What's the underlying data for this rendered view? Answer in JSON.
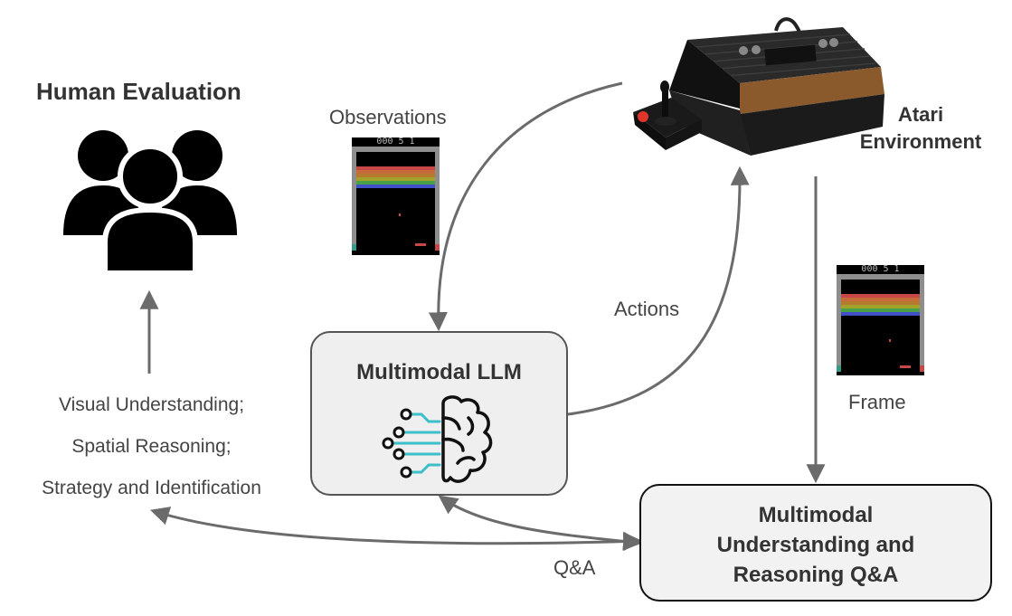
{
  "title_human": "Human Evaluation",
  "label_observations": "Observations",
  "label_atari": [
    "Atari",
    "Environment"
  ],
  "label_actions": "Actions",
  "label_frame": "Frame",
  "label_qa": "Q&A",
  "llm_box_title": "Multimodal LLM",
  "qa_box_title": [
    "Multimodal",
    "Understanding and",
    "Reasoning Q&A"
  ],
  "eval_criteria": [
    "Visual Understanding;",
    "Spatial Reasoning;",
    "Strategy and Identification"
  ],
  "game_score": "000 5 1",
  "colors": {
    "arrow": "#6b6b6b",
    "box_border": "#555555",
    "box_fill": "#efefef",
    "brain_teal": "#3bbfc8",
    "brick_rows": [
      "#c84848",
      "#c66c3a",
      "#b47a30",
      "#a2a22a",
      "#48a048",
      "#4250c8"
    ]
  },
  "icons": {
    "people": "people-group-icon",
    "brain": "brain-circuit-icon",
    "console": "atari-console-icon",
    "joystick": "joystick-icon"
  }
}
